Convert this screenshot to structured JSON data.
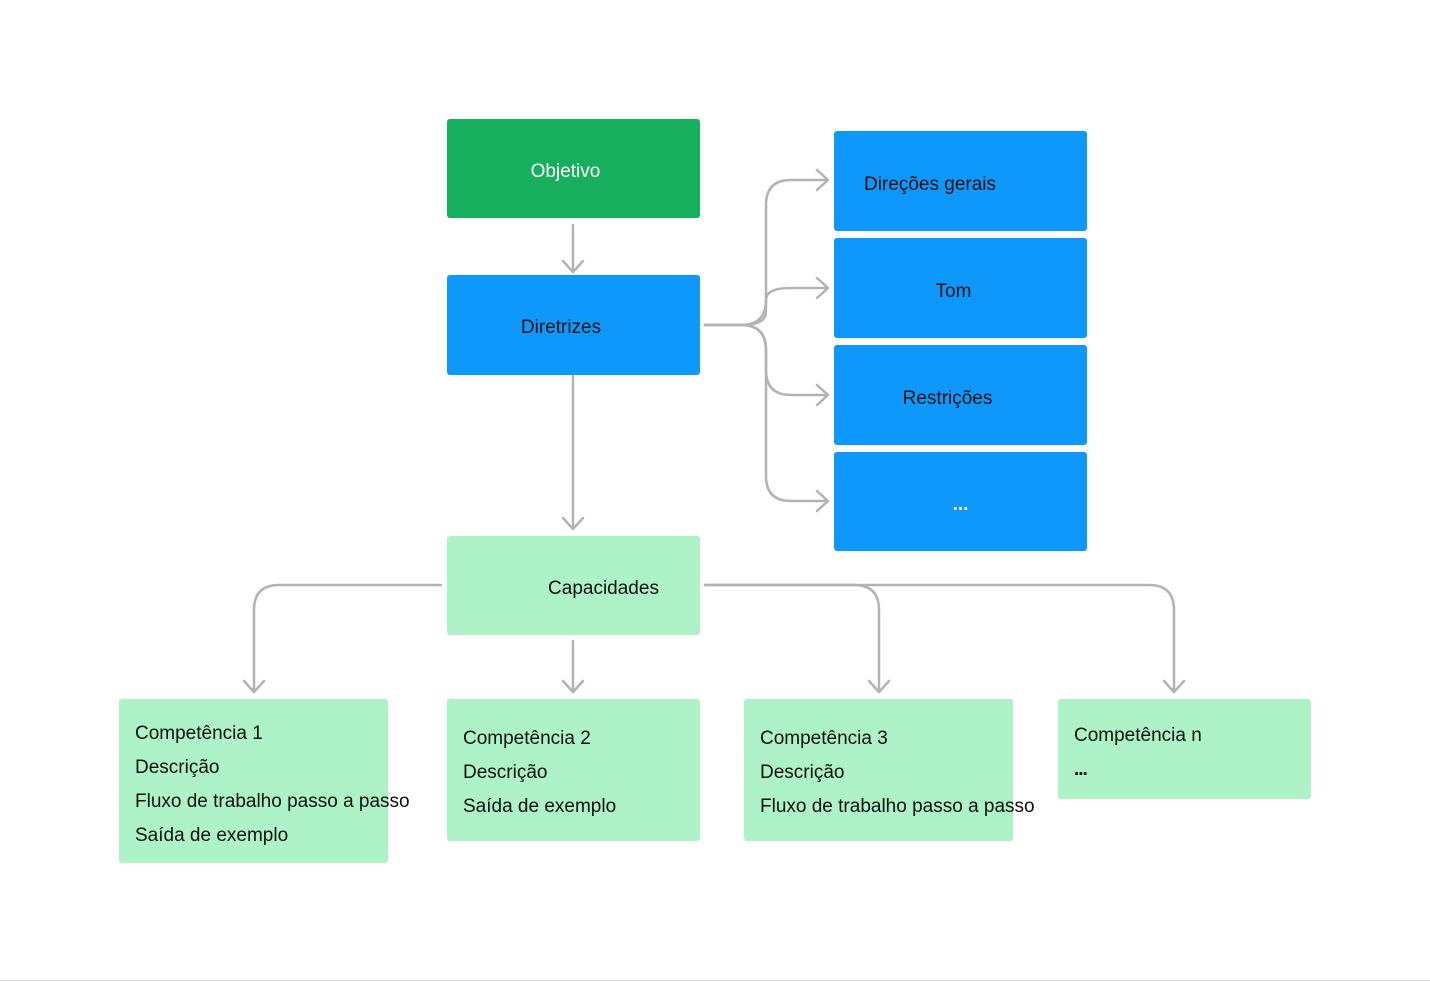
{
  "diagram": {
    "objective": "Objetivo",
    "guidelines": "Diretrizes",
    "guideline_items": [
      "Direções gerais",
      "Tom",
      "Restrições",
      "..."
    ],
    "capabilities": "Capacidades",
    "skills": [
      {
        "lines": [
          "Competência 1",
          "Descrição",
          "Fluxo de trabalho passo a passo",
          "Saída de exemplo"
        ]
      },
      {
        "lines": [
          "Competência 2",
          "Descrição",
          "Saída de exemplo"
        ]
      },
      {
        "lines": [
          "Competência 3",
          "Descrição",
          "Fluxo de trabalho passo a passo"
        ]
      },
      {
        "lines": [
          "Competência n",
          "..."
        ]
      }
    ]
  },
  "colors": {
    "objective_fill": "#17ae5e",
    "guideline_fill": "#0e98fb",
    "capability_fill": "#adf3c7",
    "connector": "#b3b3b3"
  }
}
